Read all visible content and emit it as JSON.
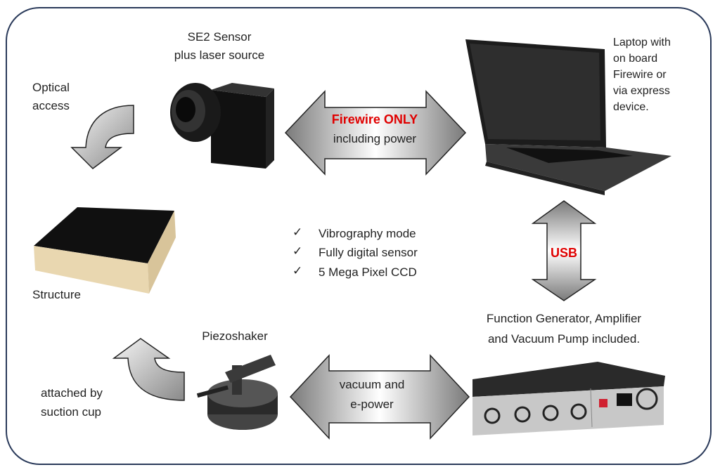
{
  "sensor": {
    "title": "SE2 Sensor",
    "subtitle": "plus laser source"
  },
  "optical": {
    "line1": "Optical",
    "line2": "access"
  },
  "firewire_arrow": {
    "label_strong": "Firewire ONLY",
    "label": "including power"
  },
  "laptop": {
    "lines": [
      "Laptop with",
      "on board",
      "Firewire or",
      "via express",
      "device."
    ]
  },
  "structure": {
    "label": "Structure"
  },
  "features": [
    "Vibrography mode",
    "Fully digital sensor",
    "5 Mega Pixel CCD"
  ],
  "usb_arrow": {
    "label": "USB"
  },
  "function_generator": {
    "line1": "Function Generator, Amplifier",
    "line2": "and Vacuum Pump included."
  },
  "piezo": {
    "label": "Piezoshaker"
  },
  "suction": {
    "line1": "attached by",
    "line2": "suction cup"
  },
  "vacuum_arrow": {
    "line1": "vacuum and",
    "line2": "e-power"
  },
  "colors": {
    "frame": "#2a3a5a",
    "accent_text": "#e00000",
    "arrow_gray": "#8a8a8a"
  },
  "icons": {
    "check": "✓"
  }
}
